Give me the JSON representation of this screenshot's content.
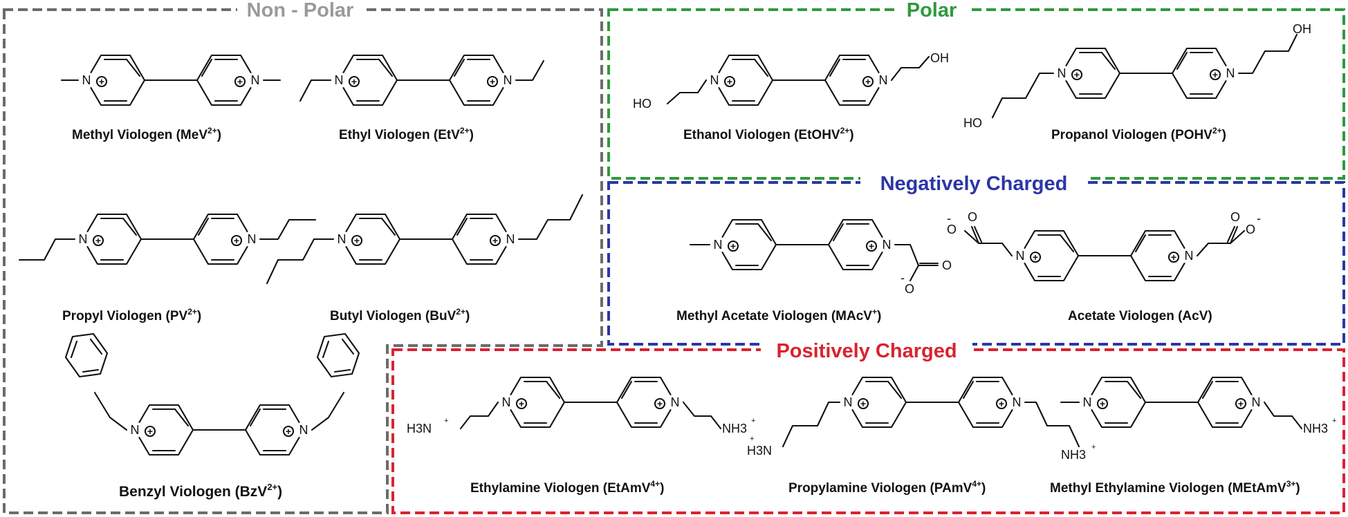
{
  "colors": {
    "nonpolar": "#6b6b6b",
    "nonpolar_title": "#9a9a9a",
    "polar": "#2e9a3c",
    "negative": "#2b36a8",
    "positive": "#d9232f",
    "ink": "#111111"
  },
  "groups": {
    "nonpolar": "Non - Polar",
    "polar": "Polar",
    "negative": "Negatively Charged",
    "positive": "Positively Charged"
  },
  "atoms": {
    "N": "N",
    "HO": "HO",
    "OH": "OH",
    "O": "O",
    "Ominus": "-",
    "H3N": "H3N",
    "NH3": "NH3",
    "sub3": "3",
    "plus": "+",
    "ringplus": "+"
  },
  "molecules": [
    {
      "id": "mev",
      "name": "Methyl Viologen (MeV",
      "charge": "2+",
      "tail": ")"
    },
    {
      "id": "etv",
      "name": "Ethyl Viologen (EtV",
      "charge": "2+",
      "tail": ")"
    },
    {
      "id": "pv",
      "name": "Propyl Viologen (PV",
      "charge": "2+",
      "tail": ")"
    },
    {
      "id": "buv",
      "name": "Butyl Viologen (BuV",
      "charge": "2+",
      "tail": ")"
    },
    {
      "id": "bzv",
      "name": "Benzyl Viologen (BzV",
      "charge": "2+",
      "tail": ")"
    },
    {
      "id": "etohv",
      "name": "Ethanol Viologen (EtOHV",
      "charge": "2+",
      "tail": ")"
    },
    {
      "id": "pohv",
      "name": "Propanol Viologen (POHV",
      "charge": "2+",
      "tail": ")"
    },
    {
      "id": "macv",
      "name": "Methyl Acetate Viologen (MAcV",
      "charge": "+",
      "tail": ")"
    },
    {
      "id": "acv",
      "name": "Acetate Viologen (AcV)",
      "charge": "",
      "tail": ""
    },
    {
      "id": "etamv",
      "name": "Ethylamine Viologen (EtAmV",
      "charge": "4+",
      "tail": ")"
    },
    {
      "id": "pamv",
      "name": "Propylamine Viologen (PAmV",
      "charge": "4+",
      "tail": ")"
    },
    {
      "id": "metamv",
      "name": "Methyl Ethylamine Viologen (MEtAmV",
      "charge": "3+",
      "tail": ")"
    }
  ]
}
